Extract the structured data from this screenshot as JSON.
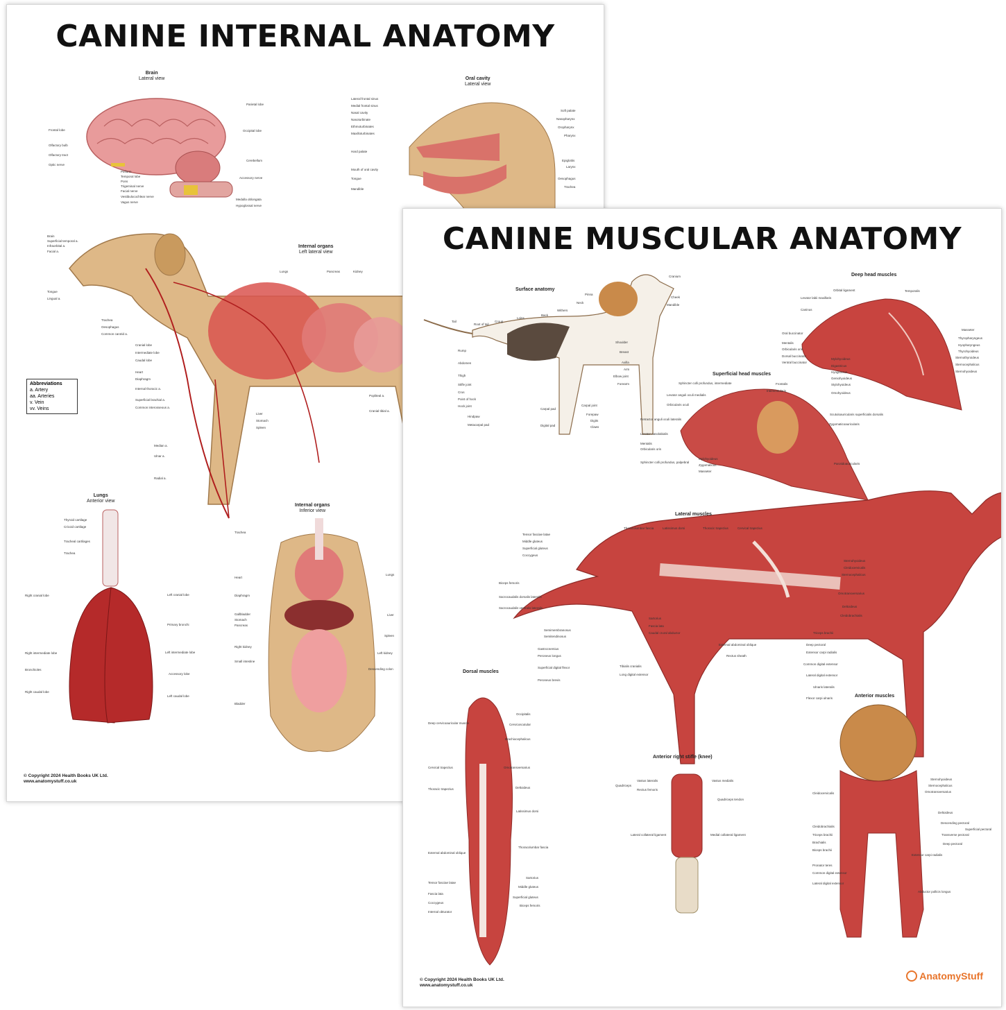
{
  "internal": {
    "title": "CANINE INTERNAL ANATOMY",
    "sections": {
      "brain": {
        "title": "Brain",
        "subtitle": "Lateral view"
      },
      "oral": {
        "title": "Oral cavity",
        "subtitle": "Lateral view"
      },
      "organs_lateral": {
        "title": "Internal organs",
        "subtitle": "Left lateral view"
      },
      "lungs": {
        "title": "Lungs",
        "subtitle": "Anterior view"
      },
      "organs_inferior": {
        "title": "Internal organs",
        "subtitle": "Inferior view"
      }
    },
    "labels": {
      "brain": [
        "Parietal lobe",
        "Frontal lobe",
        "Occipital lobe",
        "Olfactory bulb",
        "Olfactory tract",
        "Optic nerve",
        "Cerebellum",
        "Piriform",
        "Temporal lobe",
        "Pons",
        "Trigeminal nerve",
        "Facial nerve",
        "Vestibulocochlear nerve",
        "Vagus nerve",
        "Accessory nerve",
        "Medulla oblongata",
        "Hypoglossal nerve"
      ],
      "oral": [
        "Lateral frontal sinus",
        "Medial frontal sinus",
        "Nasal cavity",
        "Nasoturbinate",
        "Ethmoturbinates",
        "Maxilloturbinates",
        "Hard palate",
        "Mouth of oral cavity",
        "Tongue",
        "Mandible",
        "Soft palate",
        "Nasopharynx",
        "Oropharynx",
        "Pharynx",
        "Epiglottis",
        "Larynx",
        "Oesophagus",
        "Trachea"
      ],
      "organs_lateral": [
        "Brain",
        "Superficial temporal a.",
        "Infraorbital a.",
        "Facial a.",
        "Tongue",
        "Lingual a.",
        "Trachea",
        "Oesophagus",
        "Common carotid a.",
        "Cranial lobe",
        "Intermediate lobe",
        "Caudal lobe",
        "Heart",
        "Diaphragm",
        "Internal thoracic a.",
        "Superficial brachial a.",
        "Common interosseous a.",
        "Median a.",
        "Ulnar a.",
        "Radial a.",
        "Lungs",
        "Pancreas",
        "Kidney",
        "Liver",
        "Stomach",
        "Spleen",
        "Popliteal a.",
        "Cranial tibial a."
      ],
      "lungs": [
        "Thyroid cartilage",
        "Cricoid cartilage",
        "Tracheal cartilages",
        "Trachea",
        "Right cranial lobe",
        "Left cranial lobe",
        "Primary bronchi",
        "Right intermediate lobe",
        "Left intermediate lobe",
        "Bronchioles",
        "Accessory lobe",
        "Right caudal lobe",
        "Left caudal lobe"
      ],
      "organs_inferior": [
        "Trachea",
        "Heart",
        "Diaphragm",
        "Gallbladder",
        "Stomach",
        "Pancreas",
        "Right kidney",
        "Small intestine",
        "Bladder",
        "Lungs",
        "Liver",
        "Spleen",
        "Left kidney",
        "Descending colon"
      ]
    },
    "abbreviations": {
      "title": "Abbreviations",
      "items": [
        "a.  Artery",
        "aa.  Arteries",
        "v.  Vein",
        "vv.  Veins"
      ]
    },
    "copyright": [
      "© Copyright 2024 Health Books UK Ltd.",
      "www.anatomystuff.co.uk"
    ]
  },
  "muscular": {
    "title": "CANINE MUSCULAR ANATOMY",
    "sections": {
      "surface": {
        "title": "Surface anatomy"
      },
      "deep_head": {
        "title": "Deep head muscles"
      },
      "superficial_head": {
        "title": "Superficial head muscles"
      },
      "lateral": {
        "title": "Lateral muscles"
      },
      "dorsal": {
        "title": "Dorsal muscles"
      },
      "stifle": {
        "title": "Anterior right stifle (knee)"
      },
      "anterior": {
        "title": "Anterior muscles"
      }
    },
    "labels": {
      "surface": [
        "Cranium",
        "Cheek",
        "Mandible",
        "Pinna",
        "Neck",
        "Withers",
        "Back",
        "Loins",
        "Croup",
        "Tail",
        "Root of tail",
        "Rump",
        "Abdomen",
        "Thigh",
        "Stifle joint",
        "Crus",
        "Point of hock",
        "Hock joint",
        "Hindpaw",
        "Metacarpal pad",
        "Shoulder",
        "Breast",
        "Axilla",
        "Arm",
        "Elbow joint",
        "Forearm",
        "Carpal joint",
        "Carpal pad",
        "Forepaw",
        "Digits",
        "Digital pad",
        "Claws"
      ],
      "deep_head": [
        "Orbital ligament",
        "Temporalis",
        "Levator labii maxillaris",
        "Caninus",
        "Oral buccinator",
        "Mentalis",
        "Orbicularis oris",
        "Dorsal buccinator",
        "Ventral buccinator",
        "Mylohyoideus",
        "Digastricus",
        "Hyoglossus",
        "Geniohyoideus",
        "Stylohyoideus",
        "Omohyoideus",
        "Masseter",
        "Thyropharyngeus",
        "Hyopharyngeus",
        "Thyrohyoideus",
        "Sternothyroideus",
        "Sternocephalicus",
        "Sternohyoideus"
      ],
      "superficial_head": [
        "Sphincter colli profundus, intermediate",
        "Levator anguli oculi medialis",
        "Orbicularis oculi",
        "Frontalis",
        "Interscutularis",
        "Retractor anguli oculi lateralis",
        "Levator nasolabialis",
        "Mentalis",
        "Orbicularis oris",
        "Sphincter colli profundus, palpebral",
        "Mylohyoideus",
        "Zygomaticus",
        "Masseter",
        "Scutuloauricularis superficialis dorsalis",
        "Zygomaticoauricularis",
        "Parotidoauricularis"
      ],
      "lateral": [
        "Thoracolumbar fascia",
        "Latissimus dorsi",
        "Thoracic trapezius",
        "Cervical trapezius",
        "Tensor fasciae latae",
        "Middle gluteus",
        "Superficial gluteus",
        "Coccygeus",
        "Biceps femoris",
        "Sacrocaudalis dorsalis lateralis",
        "Sacrocaudalis ventralis lateralis",
        "Sartorius",
        "Fascia lata",
        "Caudal crural abductor",
        "Semimembranosus",
        "Semitendinosus",
        "Gastrocnemius",
        "Peroneus longus",
        "Superficial digital flexor",
        "Peroneus brevis",
        "Tibialis cranialis",
        "Long digital extensor",
        "External abdominal oblique",
        "Rectus sheath",
        "Sternohyoideus",
        "Cleidocervicalis",
        "Sternocephalicus",
        "Omotransversarius",
        "Deltoideus",
        "Cleidobrachialis",
        "Triceps brachii",
        "Deep pectoral",
        "Extensor carpi radialis",
        "Common digital extensor",
        "Lateral digital extensor",
        "Ulnaris lateralis",
        "Flexor carpi ulnaris"
      ],
      "dorsal": [
        "Occipitalis",
        "Deep cervicoauricular muscle",
        "Cervicoscutular",
        "Brachiocephalicus",
        "Cervical trapezius",
        "Omotransversarius",
        "Thoracic trapezius",
        "Deltoideus",
        "Latissimus dorsi",
        "External abdominal oblique",
        "Thoracolumbar fascia",
        "Sartorius",
        "Tensor fasciae latae",
        "Middle gluteus",
        "Fascia lata",
        "Superficial gluteus",
        "Coccygeus",
        "Biceps femoris",
        "Internal obturator"
      ],
      "stifle": [
        "Vastus lateralis",
        "Vastus medialis",
        "Quadriceps",
        "Rectus femoris",
        "Quadriceps tendon",
        "Lateral collateral ligament",
        "Medial collateral ligament"
      ],
      "anterior": [
        "Sternohyoideus",
        "Sternocephalicus",
        "Omotransversarius",
        "Cleidocervicalis",
        "Deltoideus",
        "Descending pectoral",
        "Superficial pectoral",
        "Transverse pectoral",
        "Deep pectoral",
        "Cleidobrachialis",
        "Triceps brachii",
        "Brachialis",
        "Biceps brachii",
        "Extensor carpi radialis",
        "Pronator teres",
        "Common digital extensor",
        "Lateral digital extensor",
        "Abductor pollicis longus"
      ]
    },
    "copyright": [
      "© Copyright 2024 Health Books UK Ltd.",
      "www.anatomystuff.co.uk"
    ],
    "brand": "AnatomyStuff"
  }
}
